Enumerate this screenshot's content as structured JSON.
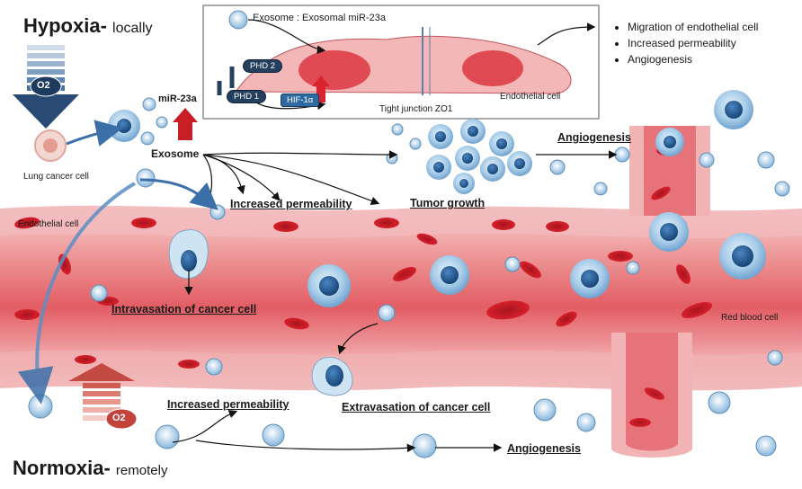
{
  "hypoxia": {
    "title": "Hypoxia-",
    "subtitle": "locally",
    "o2": "O2"
  },
  "normoxia": {
    "title": "Normoxia-",
    "subtitle": "remotely",
    "o2": "O2"
  },
  "inset": {
    "exosome_label": "Exosome : Exosomal miR-23a",
    "phd2": "PHD 2",
    "phd1": "PHD 1",
    "hif": "HIF-1α",
    "tight_junction": "Tight junction ZO1",
    "endothelial": "Endothelial cell",
    "outcomes": [
      "Migration of endothelial cell",
      "Increased permeability",
      "Angiogenesis"
    ]
  },
  "labels": {
    "lung_cancer_cell": "Lung cancer cell",
    "mir23a": "miR-23a",
    "exosome": "Exosome",
    "increased_permeability_top": "Increased permeability",
    "tumor_growth": "Tumor growth",
    "angiogenesis_top": "Angiogenesis",
    "endothelial_cell": "Endothelial cell",
    "intravasation": "Intravasation of cancer cell",
    "red_blood_cell": "Red blood cell",
    "extravasation": "Extravasation of cancer cell",
    "increased_permeability_bottom": "Increased permeability",
    "angiogenesis_bottom": "Angiogenesis"
  },
  "colors": {
    "vessel": "#e7606a",
    "vessel_light": "#f6c3c3",
    "cell": "#7fb2dc",
    "nucleus": "#1d5a96",
    "arrow_blue": "#3a6fa8",
    "arrow_red": "#d9232e"
  }
}
